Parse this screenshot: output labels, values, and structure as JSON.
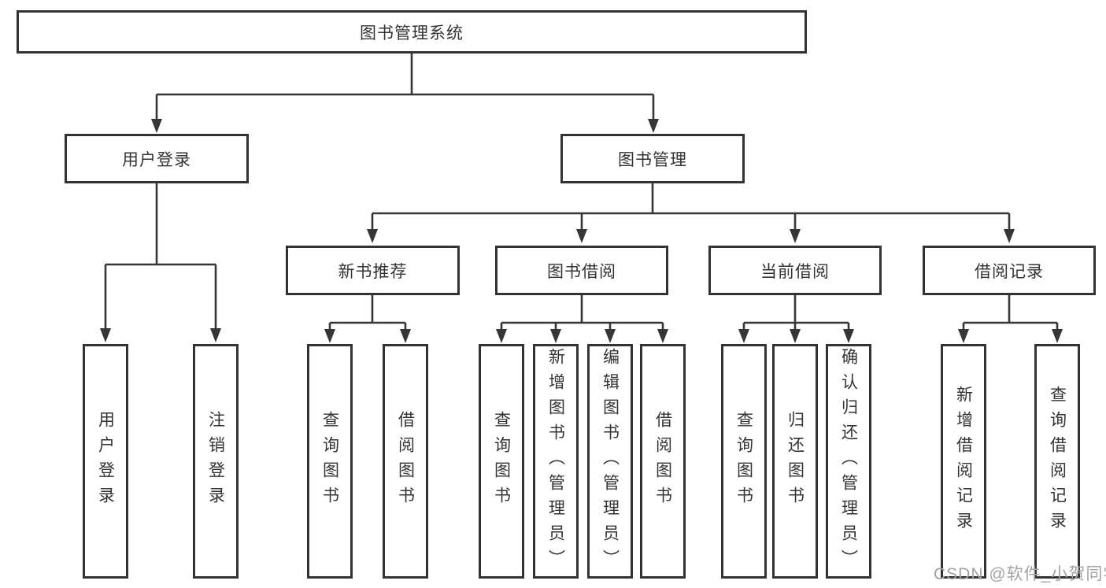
{
  "colors": {
    "background": "#ffffff",
    "line": "#363636",
    "box_border": "#333333",
    "text": "#333333",
    "watermark": "#a3a3a3"
  },
  "watermark": {
    "text": "CSDN @软件_小贺同学"
  },
  "tree": {
    "label": "图书管理系统",
    "children": [
      {
        "label": "用户登录",
        "children": [
          {
            "label": "用户登录"
          },
          {
            "label": "注销登录"
          }
        ]
      },
      {
        "label": "图书管理",
        "children": [
          {
            "label": "新书推荐",
            "children": [
              {
                "label": "查询图书"
              },
              {
                "label": "借阅图书"
              }
            ]
          },
          {
            "label": "图书借阅",
            "children": [
              {
                "label": "查询图书"
              },
              {
                "label": "新增图书（管理员）"
              },
              {
                "label": "编辑图书（管理员）"
              },
              {
                "label": "借阅图书"
              }
            ]
          },
          {
            "label": "当前借阅",
            "children": [
              {
                "label": "查询图书"
              },
              {
                "label": "归还图书"
              },
              {
                "label": "确认归还（管理员）"
              }
            ]
          },
          {
            "label": "借阅记录",
            "children": [
              {
                "label": "新增借阅记录"
              },
              {
                "label": "查询借阅记录"
              }
            ]
          }
        ]
      }
    ]
  }
}
